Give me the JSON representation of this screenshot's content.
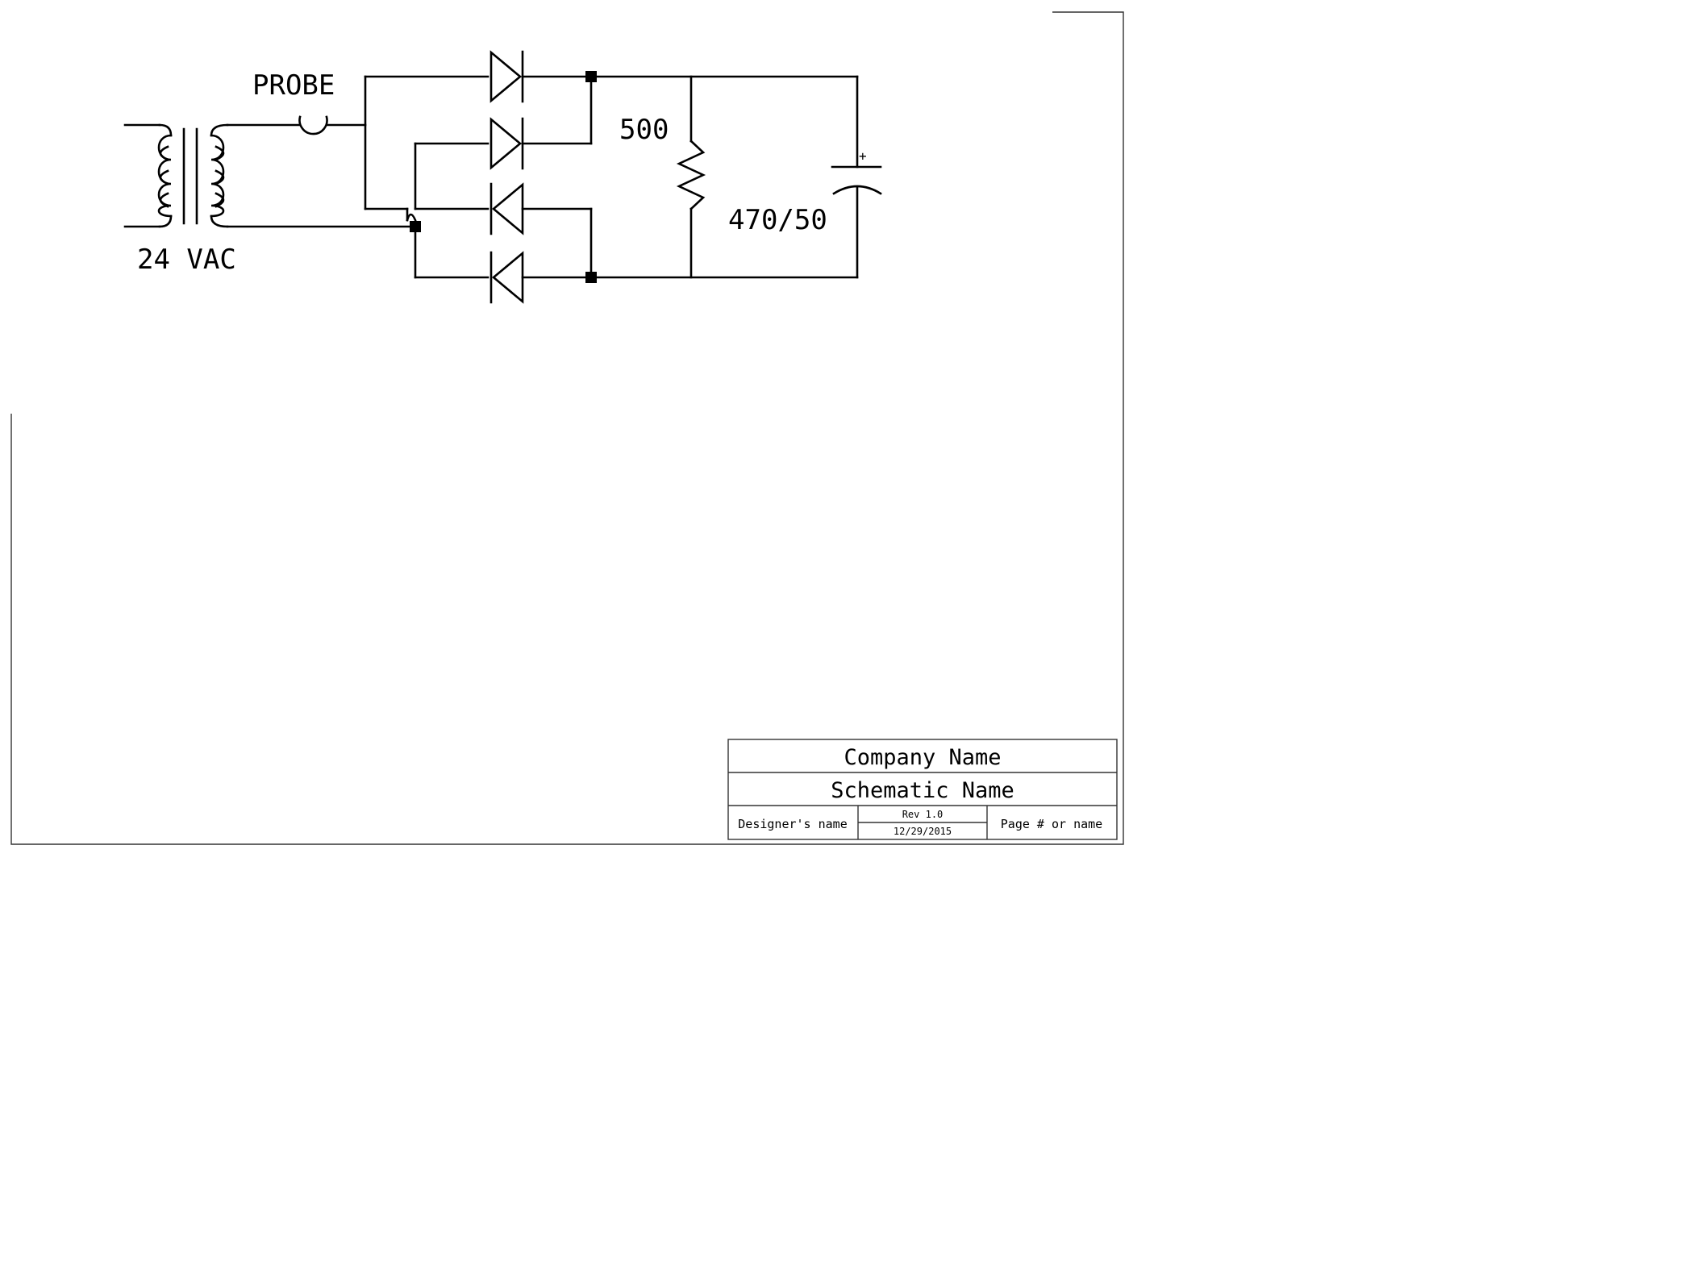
{
  "labels": {
    "probe": "PROBE",
    "transformer_voltage": "24 VAC",
    "resistor_value": "500",
    "capacitor_value": "470/50",
    "capacitor_polarity": "+"
  },
  "title_block": {
    "company": "Company Name",
    "schematic": "Schematic Name",
    "designer": "Designer's name",
    "revision": "Rev 1.0",
    "date": "12/29/2015",
    "page": "Page # or name"
  }
}
